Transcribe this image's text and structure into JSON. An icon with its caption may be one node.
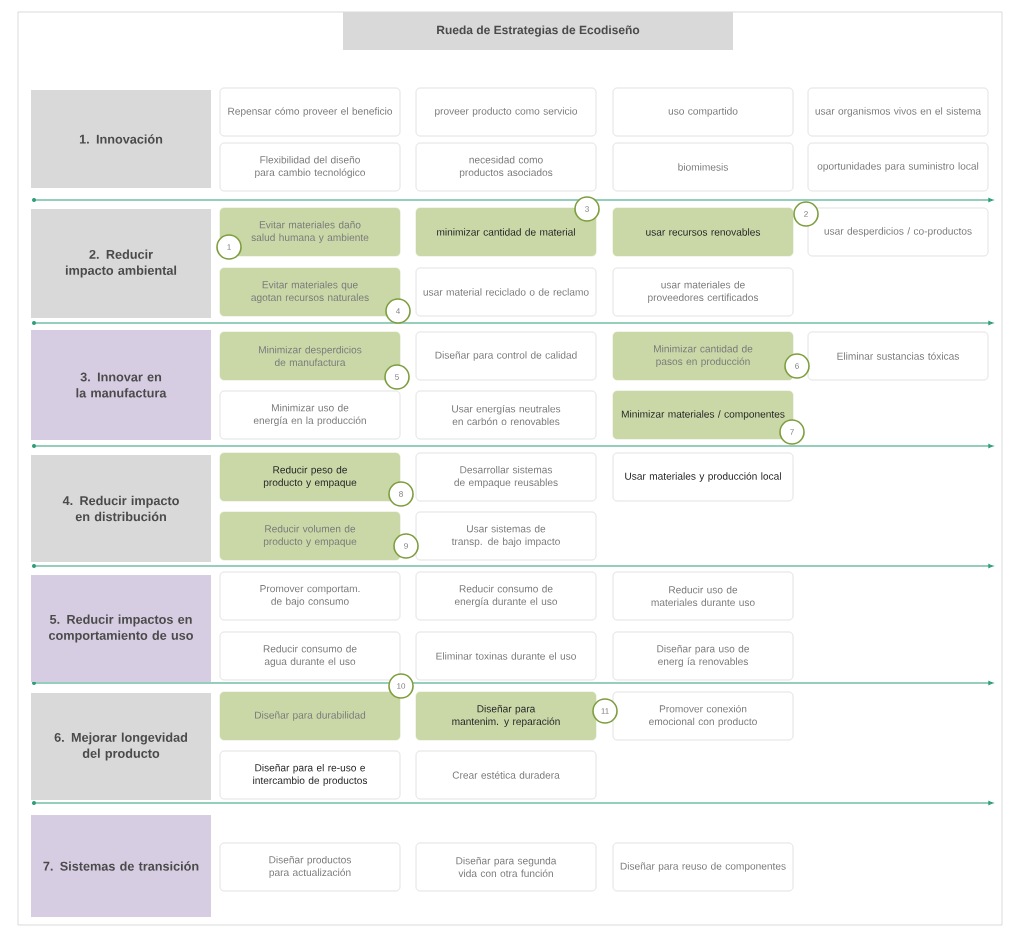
{
  "diagram": {
    "title": "Rueda de Estrategias de Ecodiseño",
    "nodes": [
      {
        "text": [
          "1. Innovación"
        ]
      },
      {
        "text": [
          "Repensar cómo proveer el beneficio"
        ]
      },
      {
        "text": [
          "proveer producto como servicio"
        ]
      },
      {
        "text": [
          "uso compartido"
        ]
      },
      {
        "text": [
          "usar organismos vivos en el sistema"
        ]
      },
      {
        "text": [
          "Flexibilidad del diseño para cambio tecnológico"
        ]
      },
      {
        "text": [
          "necesidad como productos asociados"
        ]
      },
      {
        "text": [
          "biomimesis"
        ]
      },
      {
        "text": [
          "oportunidades para suministro local"
        ]
      },
      {
        "text": [
          "2. Reducir impacto ambiental"
        ]
      },
      {
        "text": [
          "Evitar materiales daño salud humana y ambiente"
        ]
      },
      {
        "text": [
          "minimizar cantidad de material"
        ]
      },
      {
        "text": [
          "usar recursos renovables"
        ]
      },
      {
        "text": [
          "usar desperdicios / co-productos"
        ]
      },
      {
        "text": [
          "Evitar materiales que agotan recursos naturales"
        ]
      },
      {
        "text": [
          "usar material reciclado o de reclamo"
        ]
      },
      {
        "text": [
          "usar materiales de proveedores certificados"
        ]
      },
      {
        "text": [
          "3. Innovar en la manufactura"
        ]
      },
      {
        "text": [
          "Minimizar desperdicios de manufactura"
        ]
      },
      {
        "text": [
          "Diseñar para control de calidad"
        ]
      },
      {
        "text": [
          "Minimizar cantidad de pasos en producción"
        ]
      },
      {
        "text": [
          "Eliminar sustancias tóxicas"
        ]
      },
      {
        "text": [
          "Minimizar uso de energía en la producción"
        ]
      },
      {
        "text": [
          "Usar energías neutrales en carbón o renovables"
        ]
      },
      {
        "text": [
          "Minimizar materiales / componentes"
        ]
      },
      {
        "text": [
          "4. Reducir impacto en distribución"
        ]
      },
      {
        "text": [
          "Reducir peso de producto y empaque"
        ]
      },
      {
        "text": [
          "Desarrollar sistemas de empaque reusables"
        ]
      },
      {
        "text": [
          "Usar materiales y producción local"
        ]
      },
      {
        "text": [
          "Reducir volumen de producto y empaque"
        ]
      },
      {
        "text": [
          "Usar sistemas de transp. de bajo impacto"
        ]
      },
      {
        "text": [
          "5. Reducir impactos en comportamiento de uso"
        ]
      },
      {
        "text": [
          "Promover comportam. de bajo consumo"
        ]
      },
      {
        "text": [
          "Reducir consumo de energía durante el uso"
        ]
      },
      {
        "text": [
          "Reducir uso de materiales durante uso"
        ]
      },
      {
        "text": [
          "Reducir consumo de agua durante el uso"
        ]
      },
      {
        "text": [
          "Eliminar toxinas durante el uso"
        ]
      },
      {
        "text": [
          "Diseñar para uso de energ ía renovables"
        ]
      },
      {
        "text": [
          "6. Mejorar longevidad del producto"
        ]
      },
      {
        "text": [
          "Diseñar para durabilidad"
        ]
      },
      {
        "text": [
          "Diseñar para mantenim. y reparación"
        ]
      },
      {
        "text": [
          "Promover conexión emocional con producto"
        ]
      },
      {
        "text": [
          "Diseñar para el re-uso e intercambio de productos"
        ]
      },
      {
        "text": [
          "Crear estética duradera"
        ]
      },
      {
        "text": [
          "7. Sistemas de transición"
        ]
      },
      {
        "text": [
          "Diseñar productos para actualización"
        ]
      },
      {
        "text": [
          "Diseñar para segunda vida con otra función"
        ]
      },
      {
        "text": [
          "Diseñar para reuso de componentes"
        ]
      },
      {
        "text": [
          "1"
        ]
      },
      {
        "text": [
          "2"
        ]
      },
      {
        "text": [
          "3"
        ]
      },
      {
        "text": [
          "4"
        ]
      },
      {
        "text": [
          "5"
        ]
      },
      {
        "text": [
          "6"
        ]
      },
      {
        "text": [
          "7"
        ]
      },
      {
        "text": [
          "8"
        ]
      },
      {
        "text": [
          "9"
        ]
      },
      {
        "text": [
          "10"
        ]
      },
      {
        "text": [
          "11"
        ]
      }
    ]
  }
}
